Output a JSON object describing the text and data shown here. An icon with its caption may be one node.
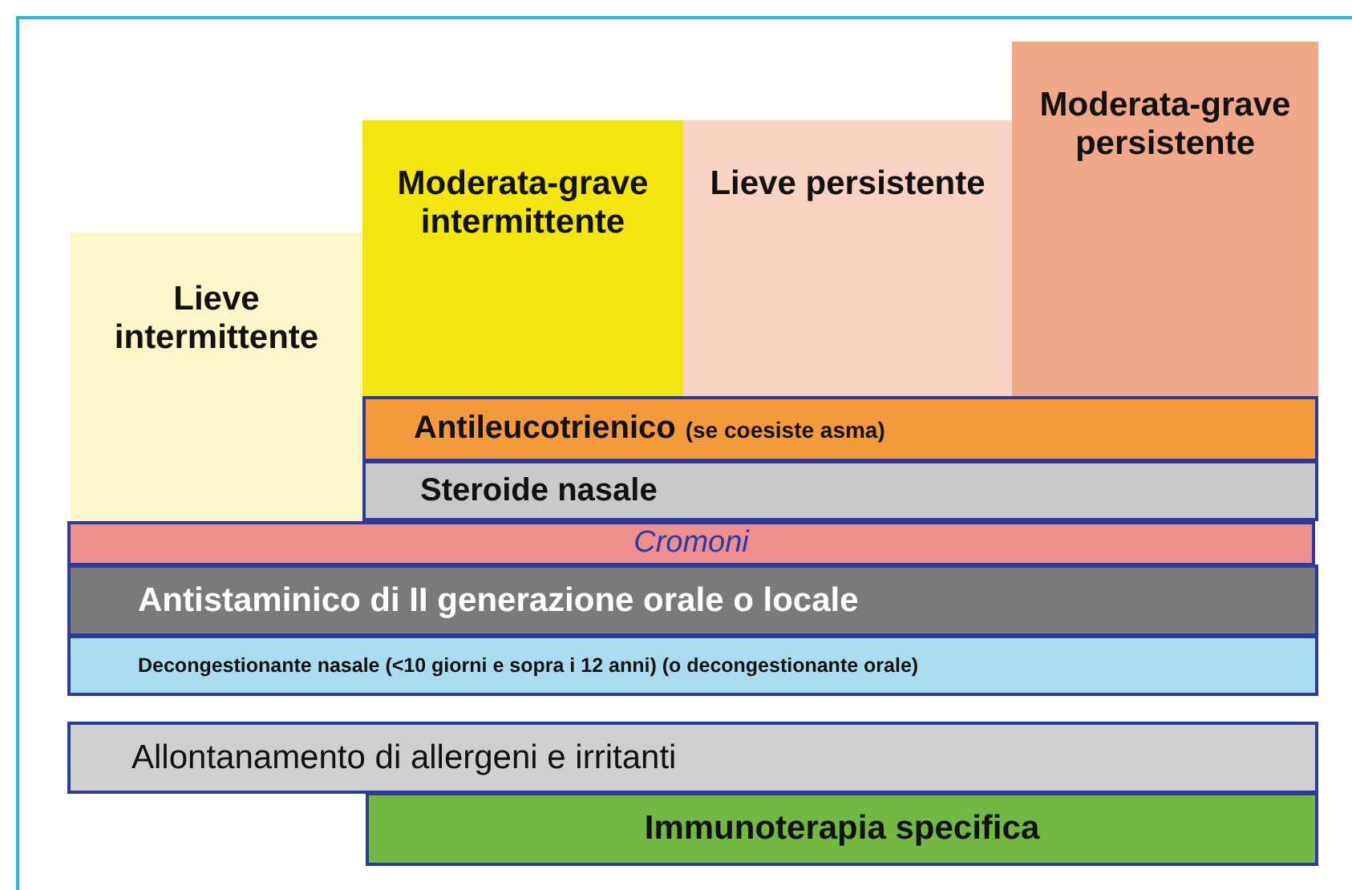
{
  "diagram": {
    "nodes": [
      {
        "text": [
          "Lieve intermittente"
        ]
      },
      {
        "text": [
          "Moderata-grave intermittente"
        ]
      },
      {
        "text": [
          "Lieve persistente"
        ]
      },
      {
        "text": [
          "Moderata-grave persistente"
        ]
      },
      {
        "text": [
          "Antileucotrienico",
          "(se coesiste asma)"
        ]
      },
      {
        "text": [
          "Steroide nasale"
        ]
      },
      {
        "text": [
          "Cromoni"
        ]
      },
      {
        "text": [
          "Antistaminico di II generazione orale o locale"
        ]
      },
      {
        "text": [
          "Decongestionante nasale (<10 giorni e sopra i 12 anni) (o decongestionante orale)"
        ]
      },
      {
        "text": [
          "Allontanamento di allergeni e irritanti"
        ]
      },
      {
        "text": [
          "Immunoterapia specifica"
        ]
      }
    ]
  }
}
